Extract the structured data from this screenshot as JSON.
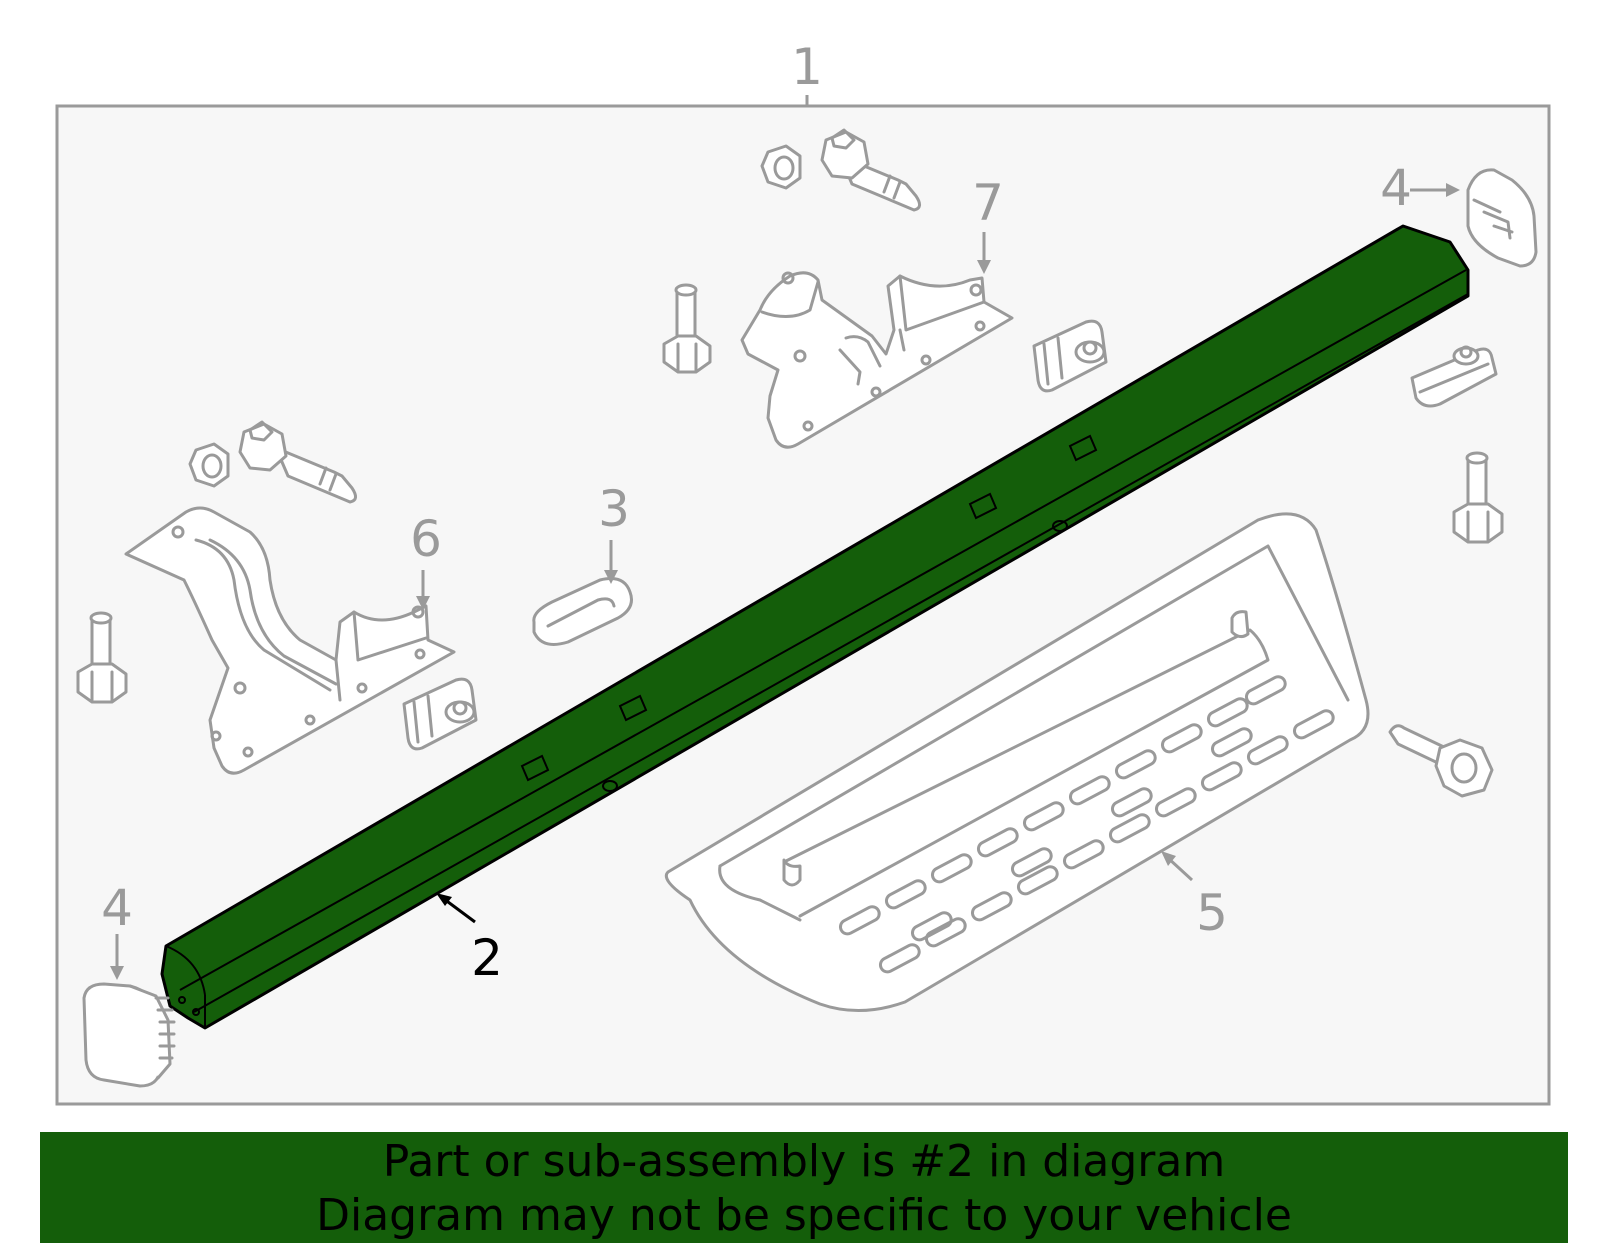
{
  "diagram": {
    "callouts": {
      "assembly": "1",
      "highlighted_part": "2",
      "part_3": "3",
      "part_4_right": "4",
      "part_4_left": "4",
      "part_5": "5",
      "part_6": "6",
      "part_7": "7"
    },
    "highlight_color": "#145e0a",
    "line_color": "#9a9a9a",
    "panel_background": "#f7f7f7"
  },
  "banner": {
    "line1": "Part or sub-assembly is #2 in diagram",
    "line2": "Diagram may not be specific to your vehicle",
    "background": "#145e0a"
  }
}
